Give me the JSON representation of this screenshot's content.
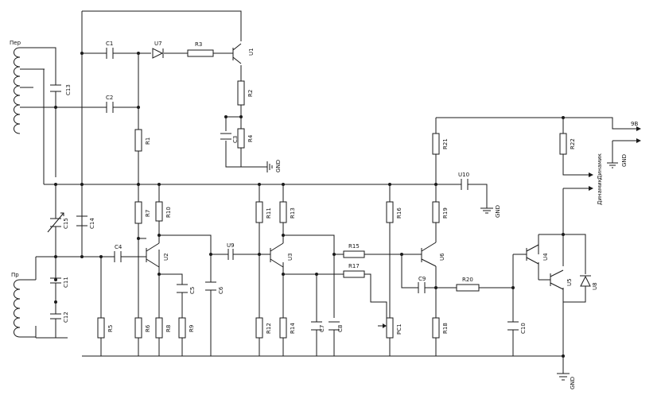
{
  "schematic": {
    "labels": {
      "C1": "C1",
      "C2": "C2",
      "C3": "C3",
      "C4": "C4",
      "C5": "C5",
      "C6": "C6",
      "C7": "C7",
      "C8": "C8",
      "C9": "C9",
      "C10": "C10",
      "C11": "C11",
      "C12": "C12",
      "C13": "C13",
      "C14": "C14",
      "C15": "C15",
      "R1": "R1",
      "R2": "R2",
      "R3": "R3",
      "R4": "R4",
      "R5": "R5",
      "R6": "R6",
      "R7": "R7",
      "R8": "R8",
      "R9": "R9",
      "R10": "R10",
      "R11": "R11",
      "R12": "R12",
      "R13": "R13",
      "R14": "R14",
      "R15": "R15",
      "R16": "R16",
      "R17": "R17",
      "R18": "R18",
      "R19": "R19",
      "R20": "R20",
      "R21": "R21",
      "R22": "R22",
      "U1": "U1",
      "U2": "U2",
      "U3": "U3",
      "U4": "U4",
      "U5": "U5",
      "U6": "U6",
      "U7": "U7",
      "U8": "U8",
      "U9": "U9",
      "U10": "U10",
      "PC1": "PC1",
      "coil_top": "Пер",
      "coil_bottom": "Пр",
      "speaker_top": "Динамик",
      "speaker_bottom": "Динамик",
      "power": "9В",
      "gnd": "GND"
    }
  }
}
